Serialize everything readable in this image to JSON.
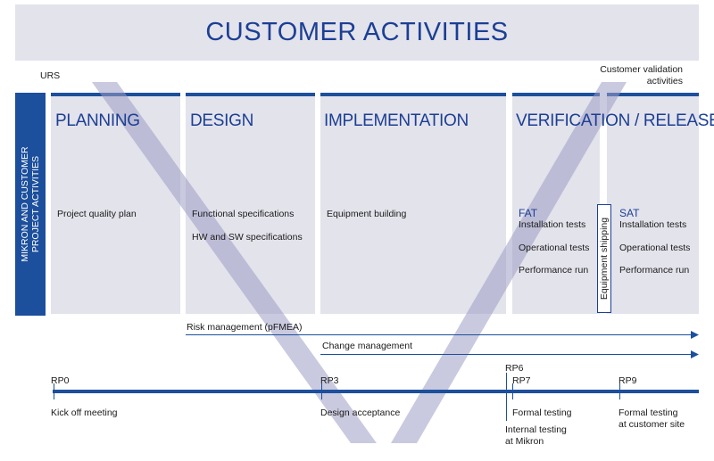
{
  "header": {
    "title": "CUSTOMER ACTIVITIES"
  },
  "labels": {
    "urs": "URS",
    "customer_validation": [
      "Customer validation",
      "activities"
    ],
    "side": [
      "MIKRON AND CUSTOMER",
      "PROJECT ACTIVITIES"
    ]
  },
  "phases": [
    {
      "title": "PLANNING",
      "items": [
        "Project quality plan"
      ]
    },
    {
      "title": "DESIGN",
      "items": [
        "Functional specifications",
        "HW and SW specifications"
      ]
    },
    {
      "title": "IMPLEMENTATION",
      "items": [
        "Equipment building"
      ]
    },
    {
      "title": "VERIFICATION / RELEASE",
      "fat": {
        "label": "FAT",
        "items": [
          "Installation tests",
          "Operational tests",
          "Performance run"
        ]
      },
      "sat": {
        "label": "SAT",
        "items": [
          "Installation tests",
          "Operational tests",
          "Performance run"
        ]
      },
      "shipping": "Equipment shipping"
    }
  ],
  "processes": [
    {
      "label": "Risk management (pFMEA)"
    },
    {
      "label": "Change management"
    }
  ],
  "timeline": [
    {
      "rp": "RP0",
      "desc": [
        "Kick off meeting"
      ]
    },
    {
      "rp": "RP3",
      "desc": [
        "Design acceptance"
      ]
    },
    {
      "rp": "RP6",
      "desc": [
        "Internal testing",
        "at Mikron"
      ]
    },
    {
      "rp": "RP7",
      "desc": [
        "Formal testing"
      ]
    },
    {
      "rp": "RP9",
      "desc": [
        "Formal testing",
        "at customer site"
      ]
    }
  ],
  "colors": {
    "accent": "#1c4f9c",
    "title": "#1c3f94",
    "panel": "#e3e3ec",
    "v_shape": "#9c9cc4"
  }
}
